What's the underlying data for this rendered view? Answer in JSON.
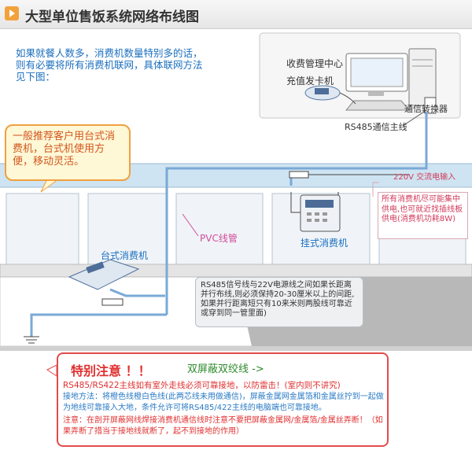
{
  "title": "大型单位售饭系统网络布线图",
  "intro": "如果就餐人数多，消费机数量特别多的话，则有必要将所有消费机联网，具体联网方法见下图：",
  "pc": {
    "label1": "收费管理中心",
    "label2": "充值发卡机",
    "converter": "通信转换器"
  },
  "rs485_main": "RS485通信主线",
  "power_input": "220V 交流电输入",
  "pink_note": "所有消费机尽可能集中供电,也可就近找插线板供电(消费机功耗8W)",
  "yellow_note": "一般推荐客户用台式消费机，台式机使用方便，移动灵活。",
  "pvc_label": "PVC线管",
  "desktop_label": "台式消费机",
  "wall_label": "挂式消费机",
  "grey_note": "RS485信号线与22V电源线之间如果长距离并行布线,则必须保持20-30厘米以上的间距,如果并行距离短只有10来米则两股线可靠近或穿到同一管里面)",
  "warning": {
    "title": "特别注意 ！！",
    "cable_label": "双屏蔽双绞线 ->",
    "line1": "RS485/RS422主线如有室外走线必须可靠接地，以防雷击！(室内则不讲究)",
    "line2": "接地方法：将橙色线橙白色线(此两芯线未用做通信)，屏蔽金属网金属箔和金属丝拧到一起做为地线可靠接入大地，条件允许可将RS485/422主线的电脑端也可靠接地。",
    "line3": "注意：在剖开屏蔽网线焊接消费机通信线时注意不要把屏蔽金属网/金属箔/金属丝弄断！（如果弄断了措当于接地线就断了，起不到接地的作用）"
  },
  "colors": {
    "cable": "#7aa9d6",
    "note_border": "#f0a040",
    "warn": "#e03030"
  }
}
